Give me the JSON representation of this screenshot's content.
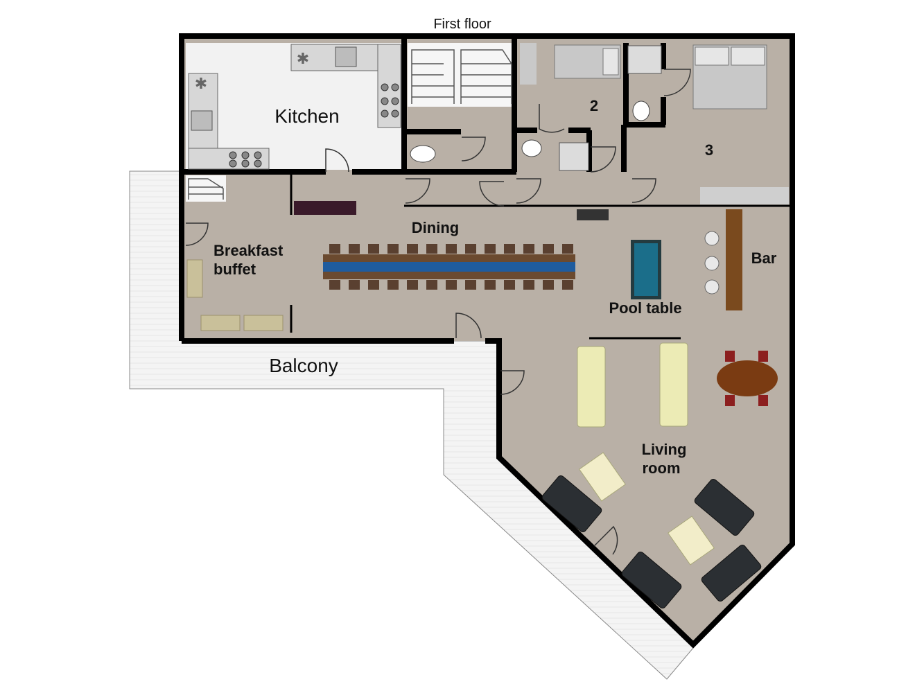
{
  "title": "First floor",
  "rooms": {
    "kitchen": "Kitchen",
    "room_2": "2",
    "room_3": "3",
    "dining": "Dining",
    "breakfast_line1": "Breakfast",
    "breakfast_line2": "buffet",
    "pool_table": "Pool table",
    "bar": "Bar",
    "balcony": "Balcony",
    "living_line1": "Living",
    "living_line2": "room"
  },
  "colors": {
    "floor": "#b9b0a6",
    "kitchen_floor": "#f2f2f2",
    "balcony": "#f4f4f4",
    "wall": "#000000",
    "table_runner": "#1f5c9e",
    "pool_felt": "#1b6e8a",
    "sofa_light": "#ecebb5",
    "sofa_dark": "#2b2f33",
    "bar_wood": "#7a4a1e",
    "dining_wood": "#6b4a2f",
    "round_table": "#7a3b12",
    "chair_red": "#8c1f1f"
  },
  "icons": [
    "stairs-icon",
    "toilet-icon",
    "shower-icon",
    "bed-icon",
    "sink-icon",
    "stove-icon",
    "door-swing-icon",
    "sofa-icon",
    "pool-table-icon",
    "bar-stool-icon"
  ]
}
